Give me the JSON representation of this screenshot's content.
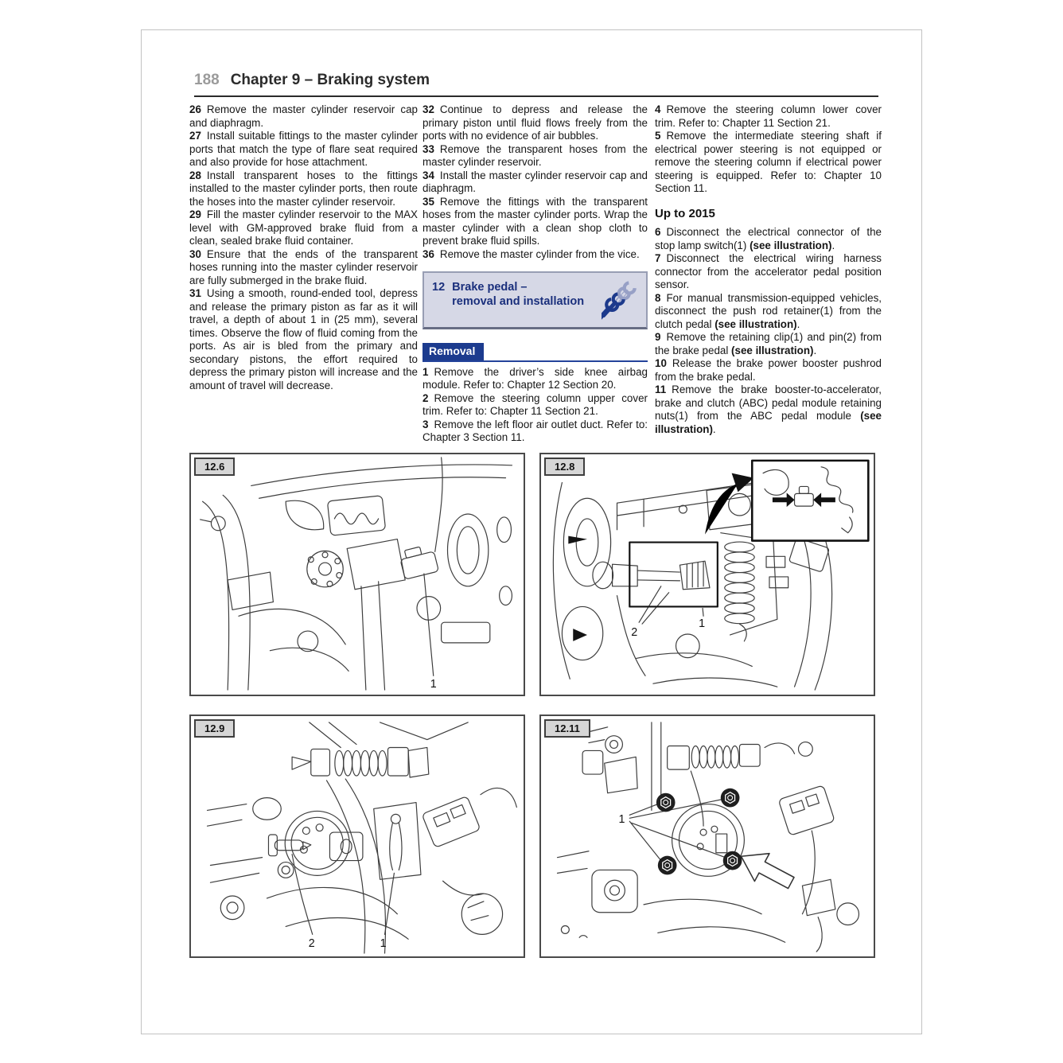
{
  "page": {
    "number": "188",
    "chapter_title": "Chapter 9 – Braking system"
  },
  "colors": {
    "accent_blue": "#1c3b8e",
    "section_box_bg": "#d6d8e6",
    "section_box_border": "#989eb4",
    "figure_label_bg": "#d6d6d6",
    "page_number_gray": "#9b9b9b"
  },
  "col1": [
    {
      "num": "26",
      "pre": "Remove the master cylinder reservoir cap and diaphragm.",
      "bold": "",
      "post": ""
    },
    {
      "num": "27",
      "pre": "Install suitable fittings to the master cylinder ports that match the type of flare seat required and also provide for hose attachment.",
      "bold": "",
      "post": ""
    },
    {
      "num": "28",
      "pre": "Install transparent hoses to the fittings installed to the master cylinder ports, then route the hoses into the master cylinder reservoir.",
      "bold": "",
      "post": ""
    },
    {
      "num": "29",
      "pre": "Fill the master cylinder reservoir to the MAX level with GM-approved brake fluid from a clean, sealed brake fluid container.",
      "bold": "",
      "post": ""
    },
    {
      "num": "30",
      "pre": "Ensure that the ends of the transparent hoses running into the master cylinder reservoir are fully submerged in the brake fluid.",
      "bold": "",
      "post": ""
    },
    {
      "num": "31",
      "pre": "Using a smooth, round-ended tool, depress and release the primary piston as far as it will travel, a depth of about 1 in (25 mm), several times. Observe the flow of fluid coming from the ports. As air is bled from the primary and secondary pistons, the effort required to depress the primary piston will increase and the amount of travel will decrease.",
      "bold": "",
      "post": ""
    }
  ],
  "col2": [
    {
      "num": "32",
      "pre": "Continue to depress and release the primary piston until fluid flows freely from the ports with no evidence of air bubbles.",
      "bold": "",
      "post": ""
    },
    {
      "num": "33",
      "pre": "Remove the transparent hoses from the master cylinder reservoir.",
      "bold": "",
      "post": ""
    },
    {
      "num": "34",
      "pre": "Install the master cylinder reservoir cap and diaphragm.",
      "bold": "",
      "post": ""
    },
    {
      "num": "35",
      "pre": "Remove the fittings with the transparent hoses from the master cylinder ports. Wrap the master cylinder with a clean shop cloth to prevent brake fluid spills.",
      "bold": "",
      "post": ""
    },
    {
      "num": "36",
      "pre": "Remove the master cylinder from the vice.",
      "bold": "",
      "post": ""
    }
  ],
  "section_box": {
    "number": "12",
    "title_line1": "Brake pedal –",
    "title_line2": "removal and installation",
    "icon": "wrench-difficulty-icon"
  },
  "removal": {
    "heading": "Removal",
    "steps": [
      {
        "num": "1",
        "pre": "Remove the driver’s side knee airbag module. Refer to: Chapter 12 Section 20.",
        "bold": "",
        "post": ""
      },
      {
        "num": "2",
        "pre": "Remove the steering column upper cover trim. Refer to: Chapter 11 Section 21.",
        "bold": "",
        "post": ""
      },
      {
        "num": "3",
        "pre": "Remove the left floor air outlet duct. Refer to: Chapter 3 Section 11.",
        "bold": "",
        "post": ""
      }
    ]
  },
  "col3a": [
    {
      "num": "4",
      "pre": "Remove the steering column lower cover trim. Refer to: Chapter 11 Section 21.",
      "bold": "",
      "post": ""
    },
    {
      "num": "5",
      "pre": "Remove the intermediate steering shaft if electrical power steering is not equipped or remove the steering column if electrical power steering is equipped. Refer to: Chapter 10 Section 11.",
      "bold": "",
      "post": ""
    }
  ],
  "subheading": "Up to 2015",
  "col3b": [
    {
      "num": "6",
      "pre": "Disconnect the electrical connector of the stop lamp switch(1) ",
      "bold": "(see illustration)",
      "post": "."
    },
    {
      "num": "7",
      "pre": "Disconnect the electrical wiring harness connector from the accelerator pedal position sensor.",
      "bold": "",
      "post": ""
    },
    {
      "num": "8",
      "pre": "For manual transmission-equipped vehicles, disconnect the push rod retainer(1) from the clutch pedal ",
      "bold": "(see illustration)",
      "post": "."
    },
    {
      "num": "9",
      "pre": "Remove the retaining clip(1) and pin(2) from the brake pedal ",
      "bold": "(see illustration)",
      "post": "."
    },
    {
      "num": "10",
      "pre": "Release the brake power booster pushrod from the brake pedal.",
      "bold": "",
      "post": ""
    },
    {
      "num": "11",
      "pre": "Remove the brake booster-to-accelerator, brake and clutch (ABC) pedal module retaining nuts(1) from the ABC pedal module ",
      "bold": "(see illustration)",
      "post": "."
    }
  ],
  "figures": [
    {
      "label": "12.6",
      "callouts": [
        {
          "n": "1"
        }
      ]
    },
    {
      "label": "12.8",
      "callouts": [
        {
          "n": "1"
        },
        {
          "n": "2"
        }
      ]
    },
    {
      "label": "12.9",
      "callouts": [
        {
          "n": "1"
        },
        {
          "n": "2"
        }
      ]
    },
    {
      "label": "12.11",
      "callouts": [
        {
          "n": "1"
        }
      ]
    }
  ]
}
